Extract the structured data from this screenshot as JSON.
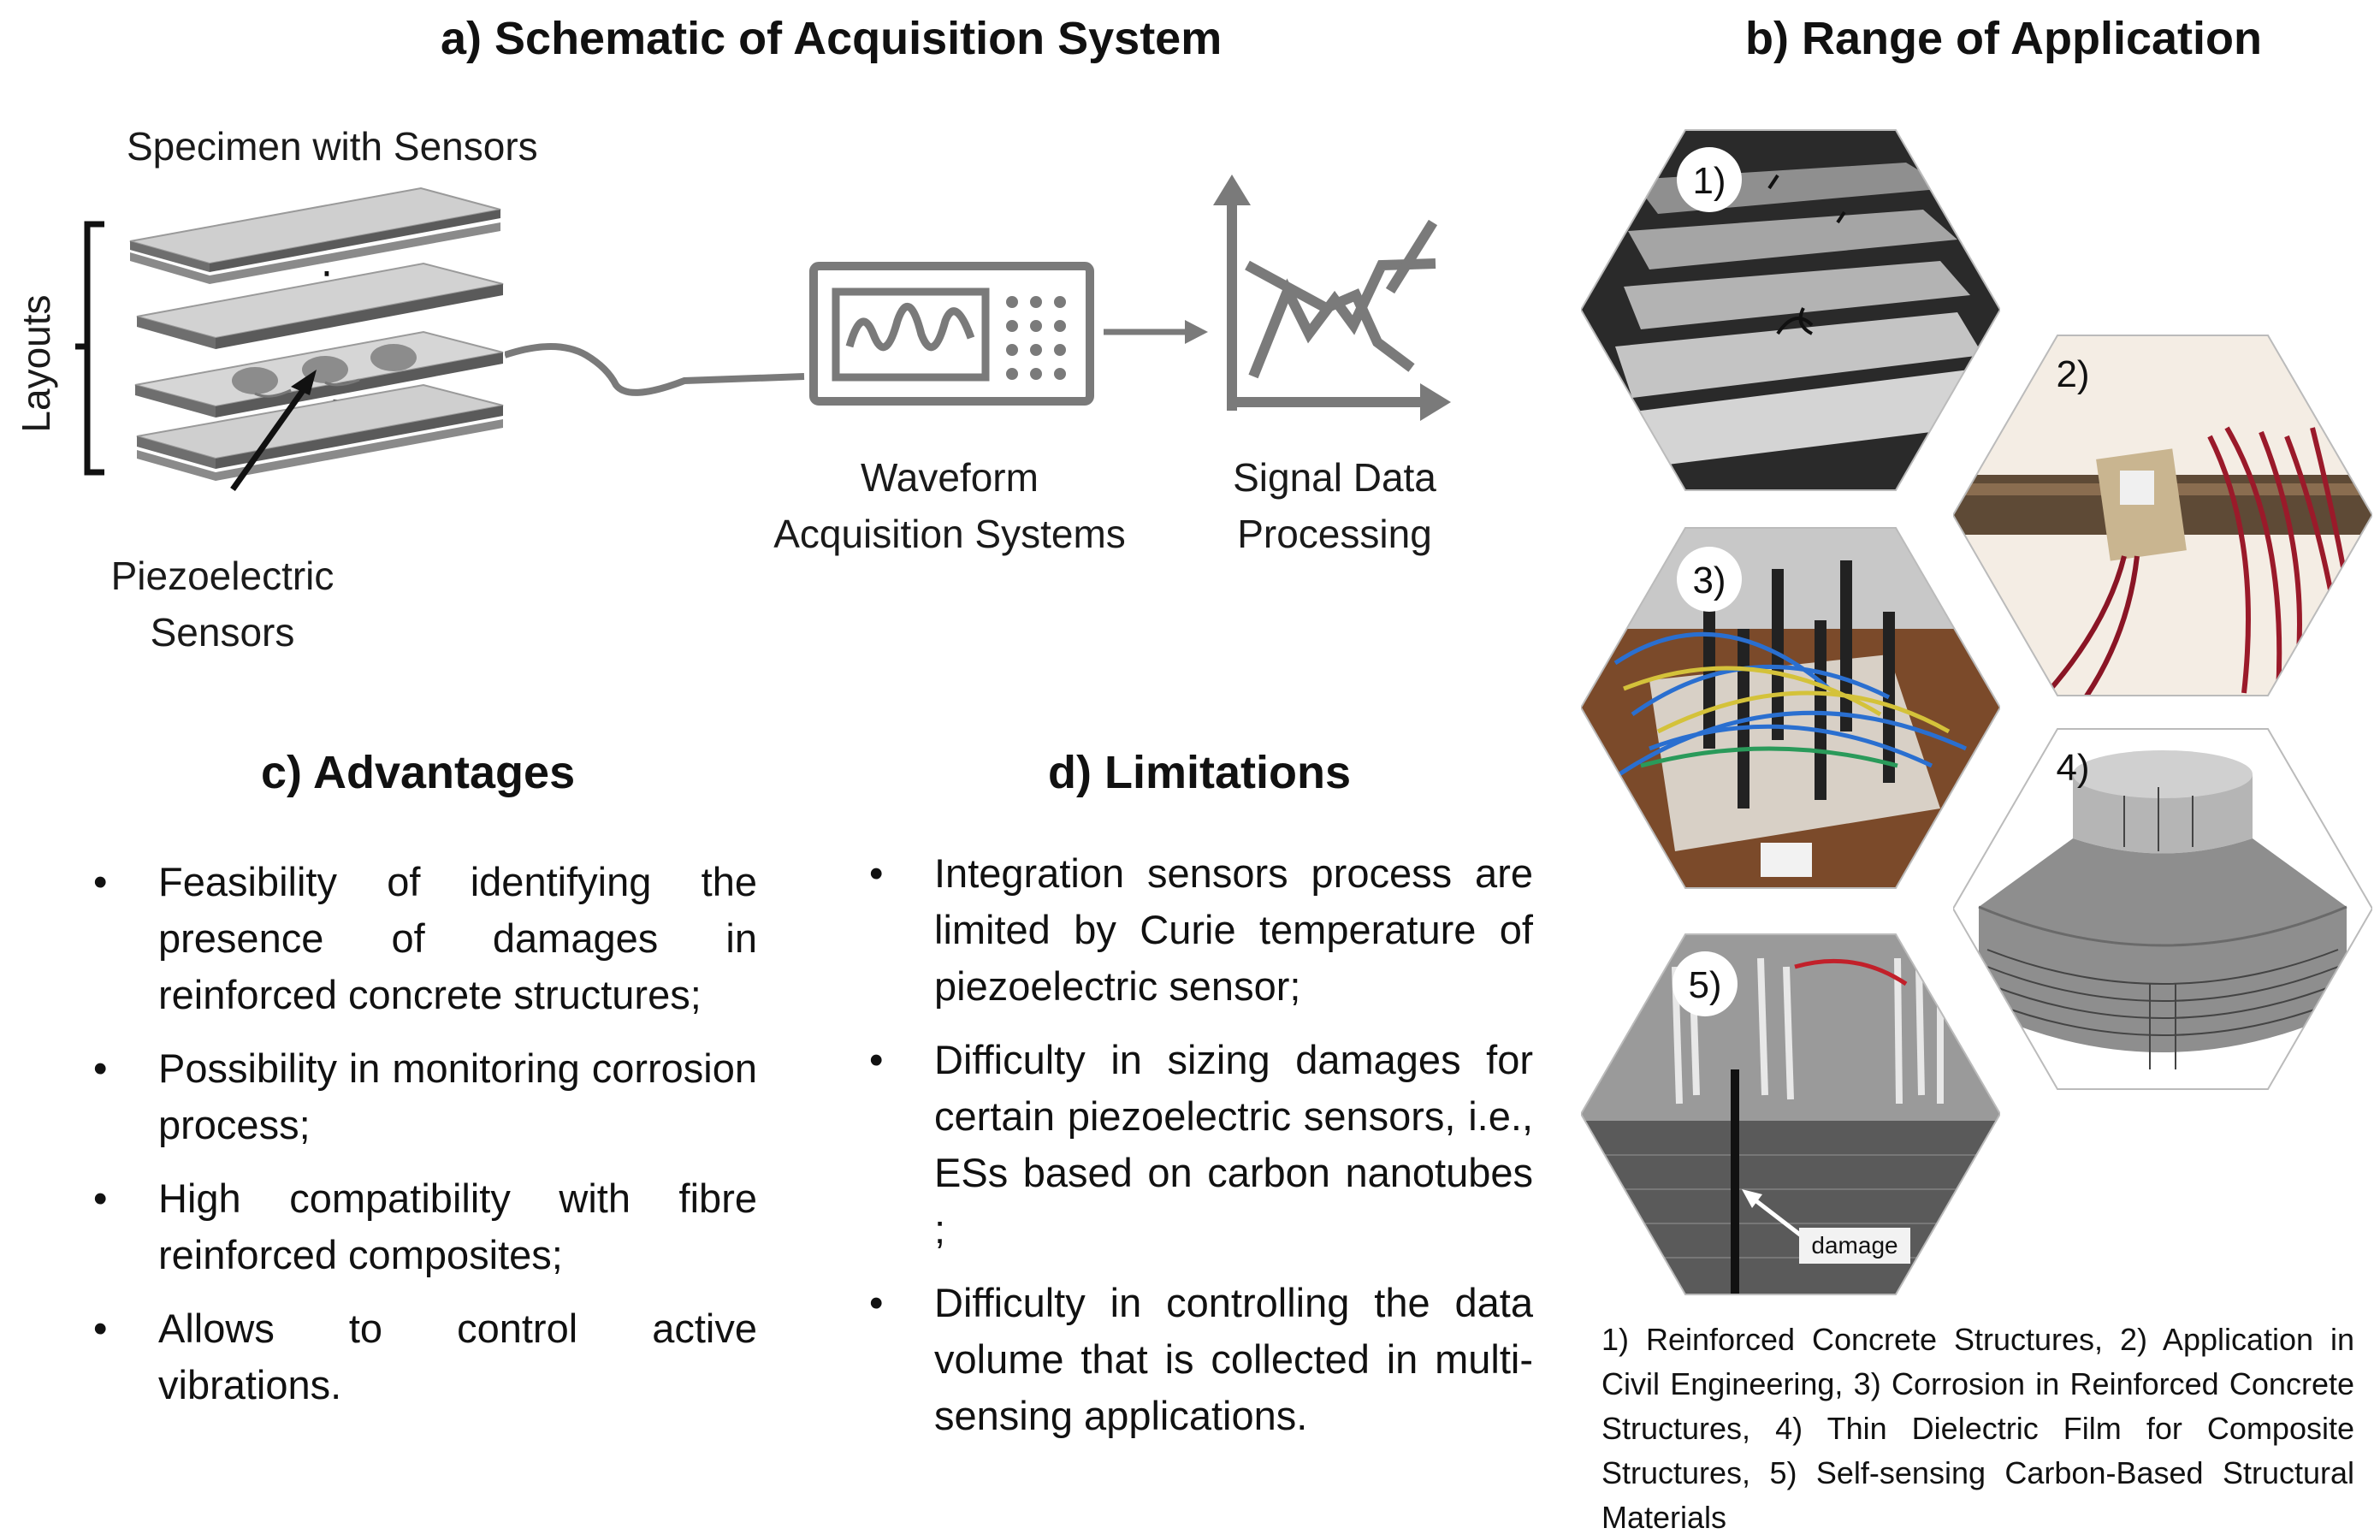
{
  "panel_a": {
    "title": "a) Schematic of Acquisition System",
    "specimen_label": "Specimen with Sensors",
    "layouts_label": "Layouts",
    "sensor_label_line1": "Piezoelectric",
    "sensor_label_line2": "Sensors",
    "waveform_line1": "Waveform",
    "waveform_line2": "Acquisition Systems",
    "signal_line1": "Signal Data",
    "signal_line2": "Processing"
  },
  "panel_b": {
    "title": "b) Range of Application",
    "photos": [
      {
        "number": "1)",
        "subject": "concrete-beams-photo"
      },
      {
        "number": "2)",
        "subject": "rebar-sensor-photo"
      },
      {
        "number": "3)",
        "subject": "wired-specimens-photo"
      },
      {
        "number": "4)",
        "subject": "dielectric-film-cylinder"
      },
      {
        "number": "5)",
        "subject": "carbon-material-damage-photo"
      }
    ],
    "damage_label": "damage",
    "caption": "1) Reinforced Concrete Structures, 2) Application in Civil Engineering, 3) Corrosion in Reinforced Concrete Structures, 4) Thin Dielectric Film for Composite Structures, 5) Self-sensing Carbon-Based Structural Materials"
  },
  "panel_c": {
    "title": "c) Advantages",
    "items": [
      "Feasibility of identifying the presence of damages in reinforced concrete structures;",
      "Possibility in monitoring corrosion process;",
      "High compatibility with fibre reinforced composites;",
      "Allows to control active vibrations."
    ]
  },
  "panel_d": {
    "title": "d) Limitations",
    "items": [
      "Integration sensors process are limited by Curie temperature of piezoelectric sensor;",
      "Difficulty in sizing damages for certain piezoelectric sensors, i.e., ESs based on carbon nanotubes ;",
      "Difficulty in controlling the data volume that is collected in multi-sensing applications."
    ]
  },
  "bullet_symbol": "•",
  "colors": {
    "icon_gray": "#7a7a7a",
    "plate_gray": "#8c8c8c",
    "text": "#111111"
  }
}
